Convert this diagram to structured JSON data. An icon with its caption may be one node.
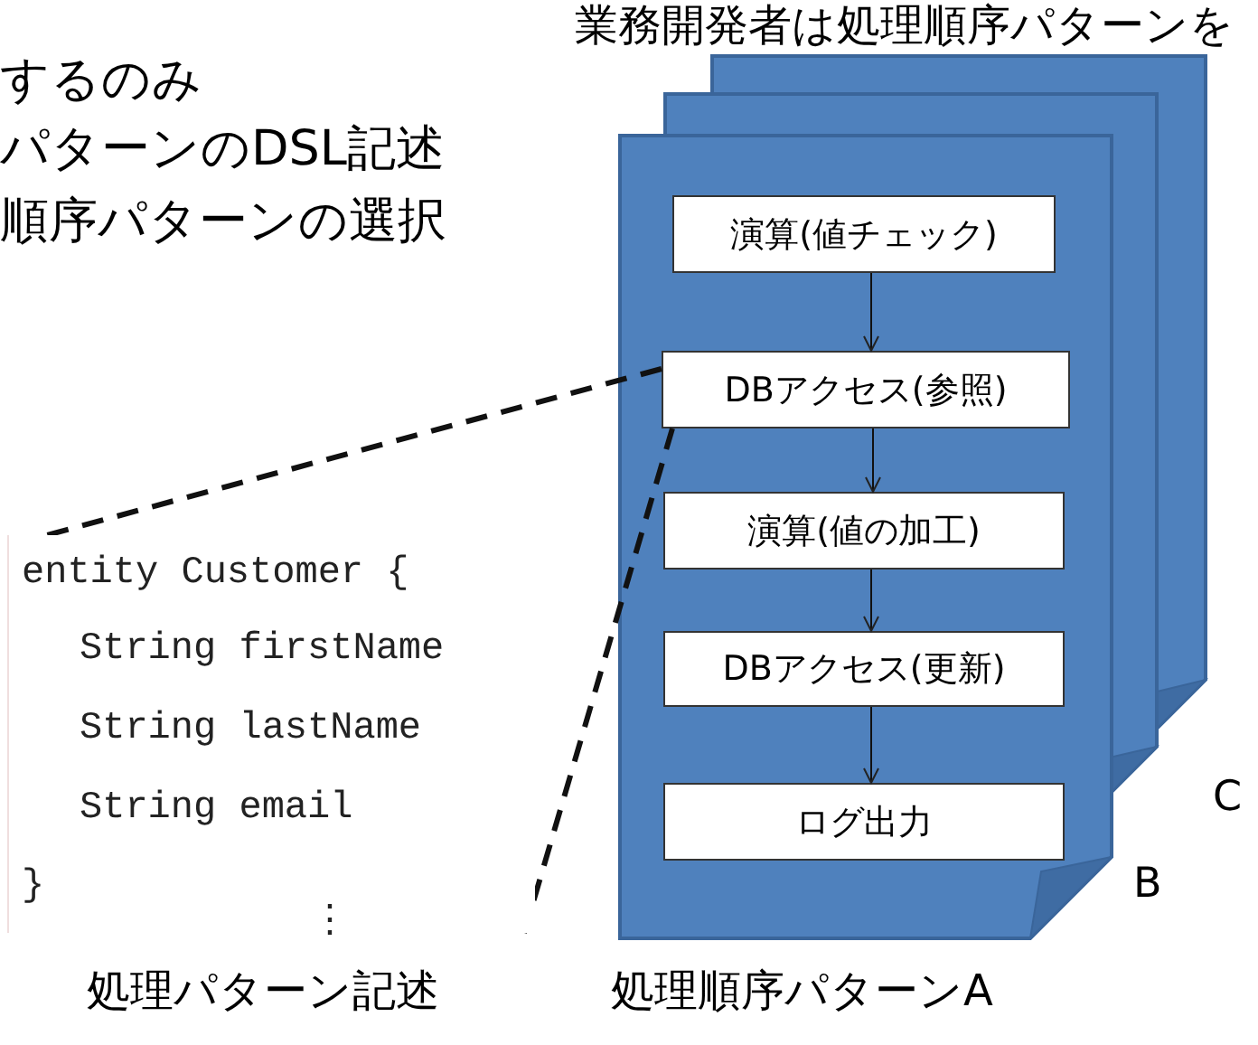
{
  "diagram": {
    "nodes": [
      {
        "text": [],
        "shape": "box",
        "beside": [
          "処理順序パターンA"
        ]
      },
      {
        "text": [
          "演算(値チェック)"
        ],
        "in": 0
      },
      {
        "text": [
          "DBアクセス(参照)"
        ],
        "in": 0
      },
      {
        "text": [
          "演算(値の加工)"
        ],
        "in": 0
      },
      {
        "text": [
          "DBアクセス(更新)"
        ],
        "in": 0
      },
      {
        "text": [
          "ログ出力"
        ],
        "in": 0
      },
      {
        "text": [
          "entity Customer {",
          "String firstName",
          "String lastName",
          "String email",
          "}",
          "⋮"
        ],
        "beside": [
          "処理パターン記述"
        ]
      }
    ],
    "edges": [
      {
        "from": 1,
        "to": 2,
        "arrow": "to"
      },
      {
        "from": 2,
        "to": 3,
        "arrow": "to"
      },
      {
        "from": 3,
        "to": 4,
        "arrow": "to"
      },
      {
        "from": 4,
        "to": 5,
        "arrow": "to"
      },
      {
        "from": 2,
        "to": 6,
        "arrow": "none",
        "style": "dashed"
      },
      {
        "from": 2,
        "to": 6,
        "arrow": "none",
        "style": "dashed"
      }
    ],
    "labels": [
      "業務開発者は処理順序パターンを",
      "するのみ",
      "パターンのDSL記述",
      "順序パターンの選択",
      "C",
      "B"
    ]
  }
}
